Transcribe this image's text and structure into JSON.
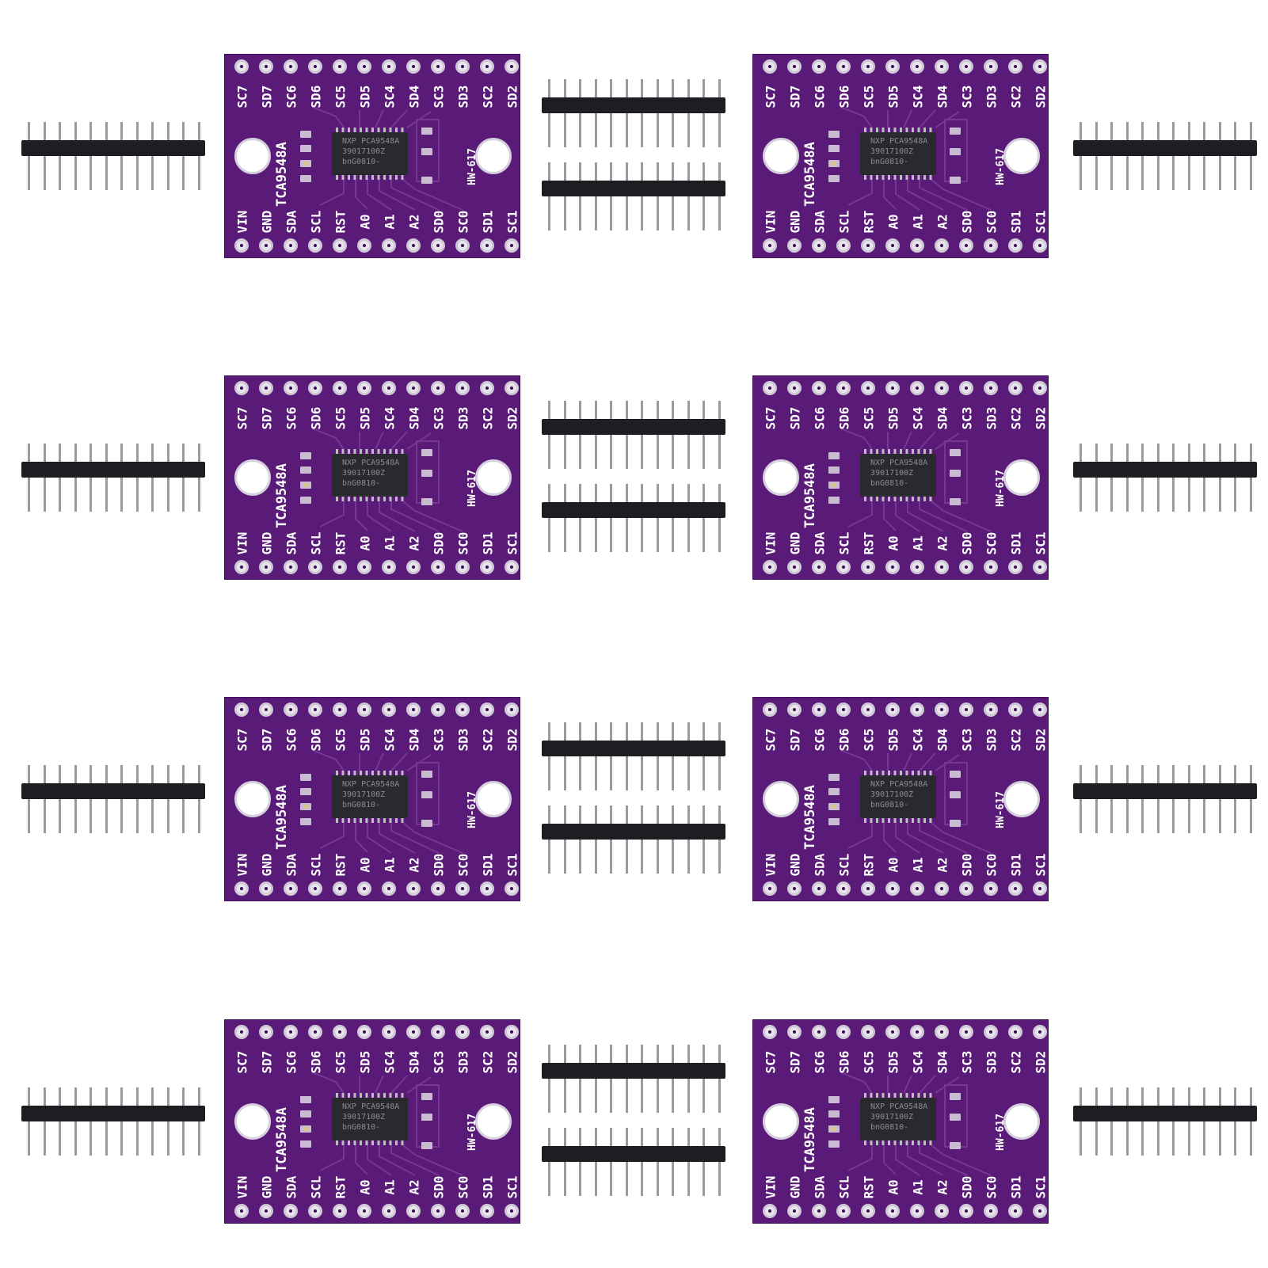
{
  "product": {
    "board_part": "TCA9548A",
    "board_model": "HW-617",
    "chip_lines": [
      "NXP PCA9548A",
      "39017100Z",
      "bnG0810-"
    ],
    "top_labels": [
      "SC7",
      "SD7",
      "SC6",
      "SD6",
      "SC5",
      "SD5",
      "SC4",
      "SD4",
      "SC3",
      "SD3",
      "SC2",
      "SD2"
    ],
    "bottom_labels": [
      "VIN",
      "GND",
      "SDA",
      "SCL",
      "RST",
      "A0",
      "A1",
      "A2",
      "SD0",
      "SC0",
      "SD1",
      "SC1"
    ],
    "board_count": 8,
    "header_count": 16,
    "pins_per_header": 12
  },
  "colors": {
    "pcb": "#5a1a78",
    "silkscreen": "#ffffff",
    "pad": "#e8e4ec",
    "header_plastic": "#1e1e22",
    "pin_metal": "#9a9a9e"
  }
}
